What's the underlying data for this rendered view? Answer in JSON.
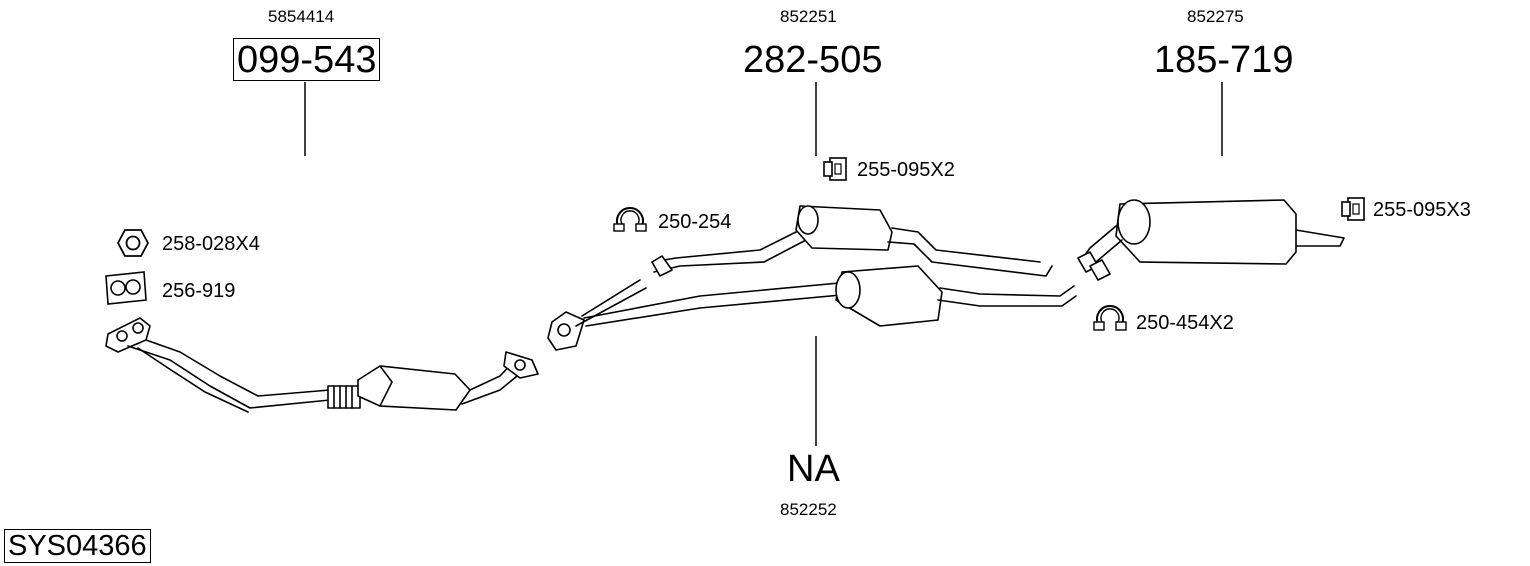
{
  "diagram": {
    "system_code": "SYS04366",
    "groups": [
      {
        "ref": "5854414",
        "part": "099-543"
      },
      {
        "ref": "852251",
        "part": "282-505"
      },
      {
        "ref": "852275",
        "part": "185-719"
      },
      {
        "ref": "852252",
        "part": "NA"
      }
    ],
    "accessories": [
      {
        "label": "258-028X4",
        "icon": "hex-nut-icon"
      },
      {
        "label": "256-919",
        "icon": "gasket-icon"
      },
      {
        "label": "250-254",
        "icon": "clamp-icon"
      },
      {
        "label": "255-095X2",
        "icon": "rubber-mount-icon"
      },
      {
        "label": "255-095X3",
        "icon": "rubber-mount-icon"
      },
      {
        "label": "250-454X2",
        "icon": "clamp-icon"
      }
    ]
  }
}
